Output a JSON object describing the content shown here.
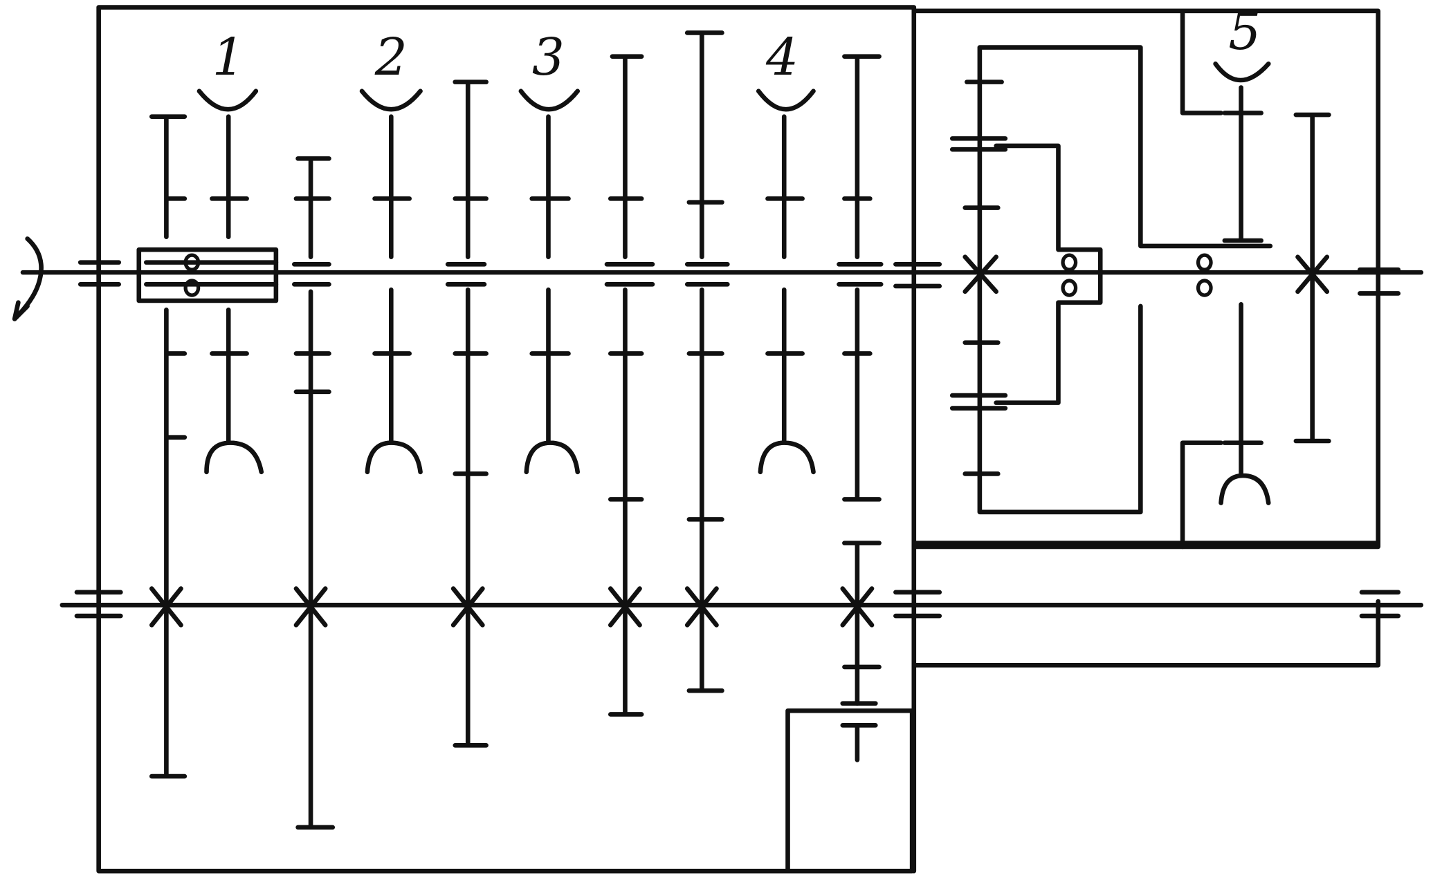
{
  "diagram": {
    "stage_labels": [
      "1",
      "2",
      "3",
      "4",
      "5"
    ],
    "colors": {
      "ink": "#111111",
      "background": "#ffffff"
    }
  }
}
